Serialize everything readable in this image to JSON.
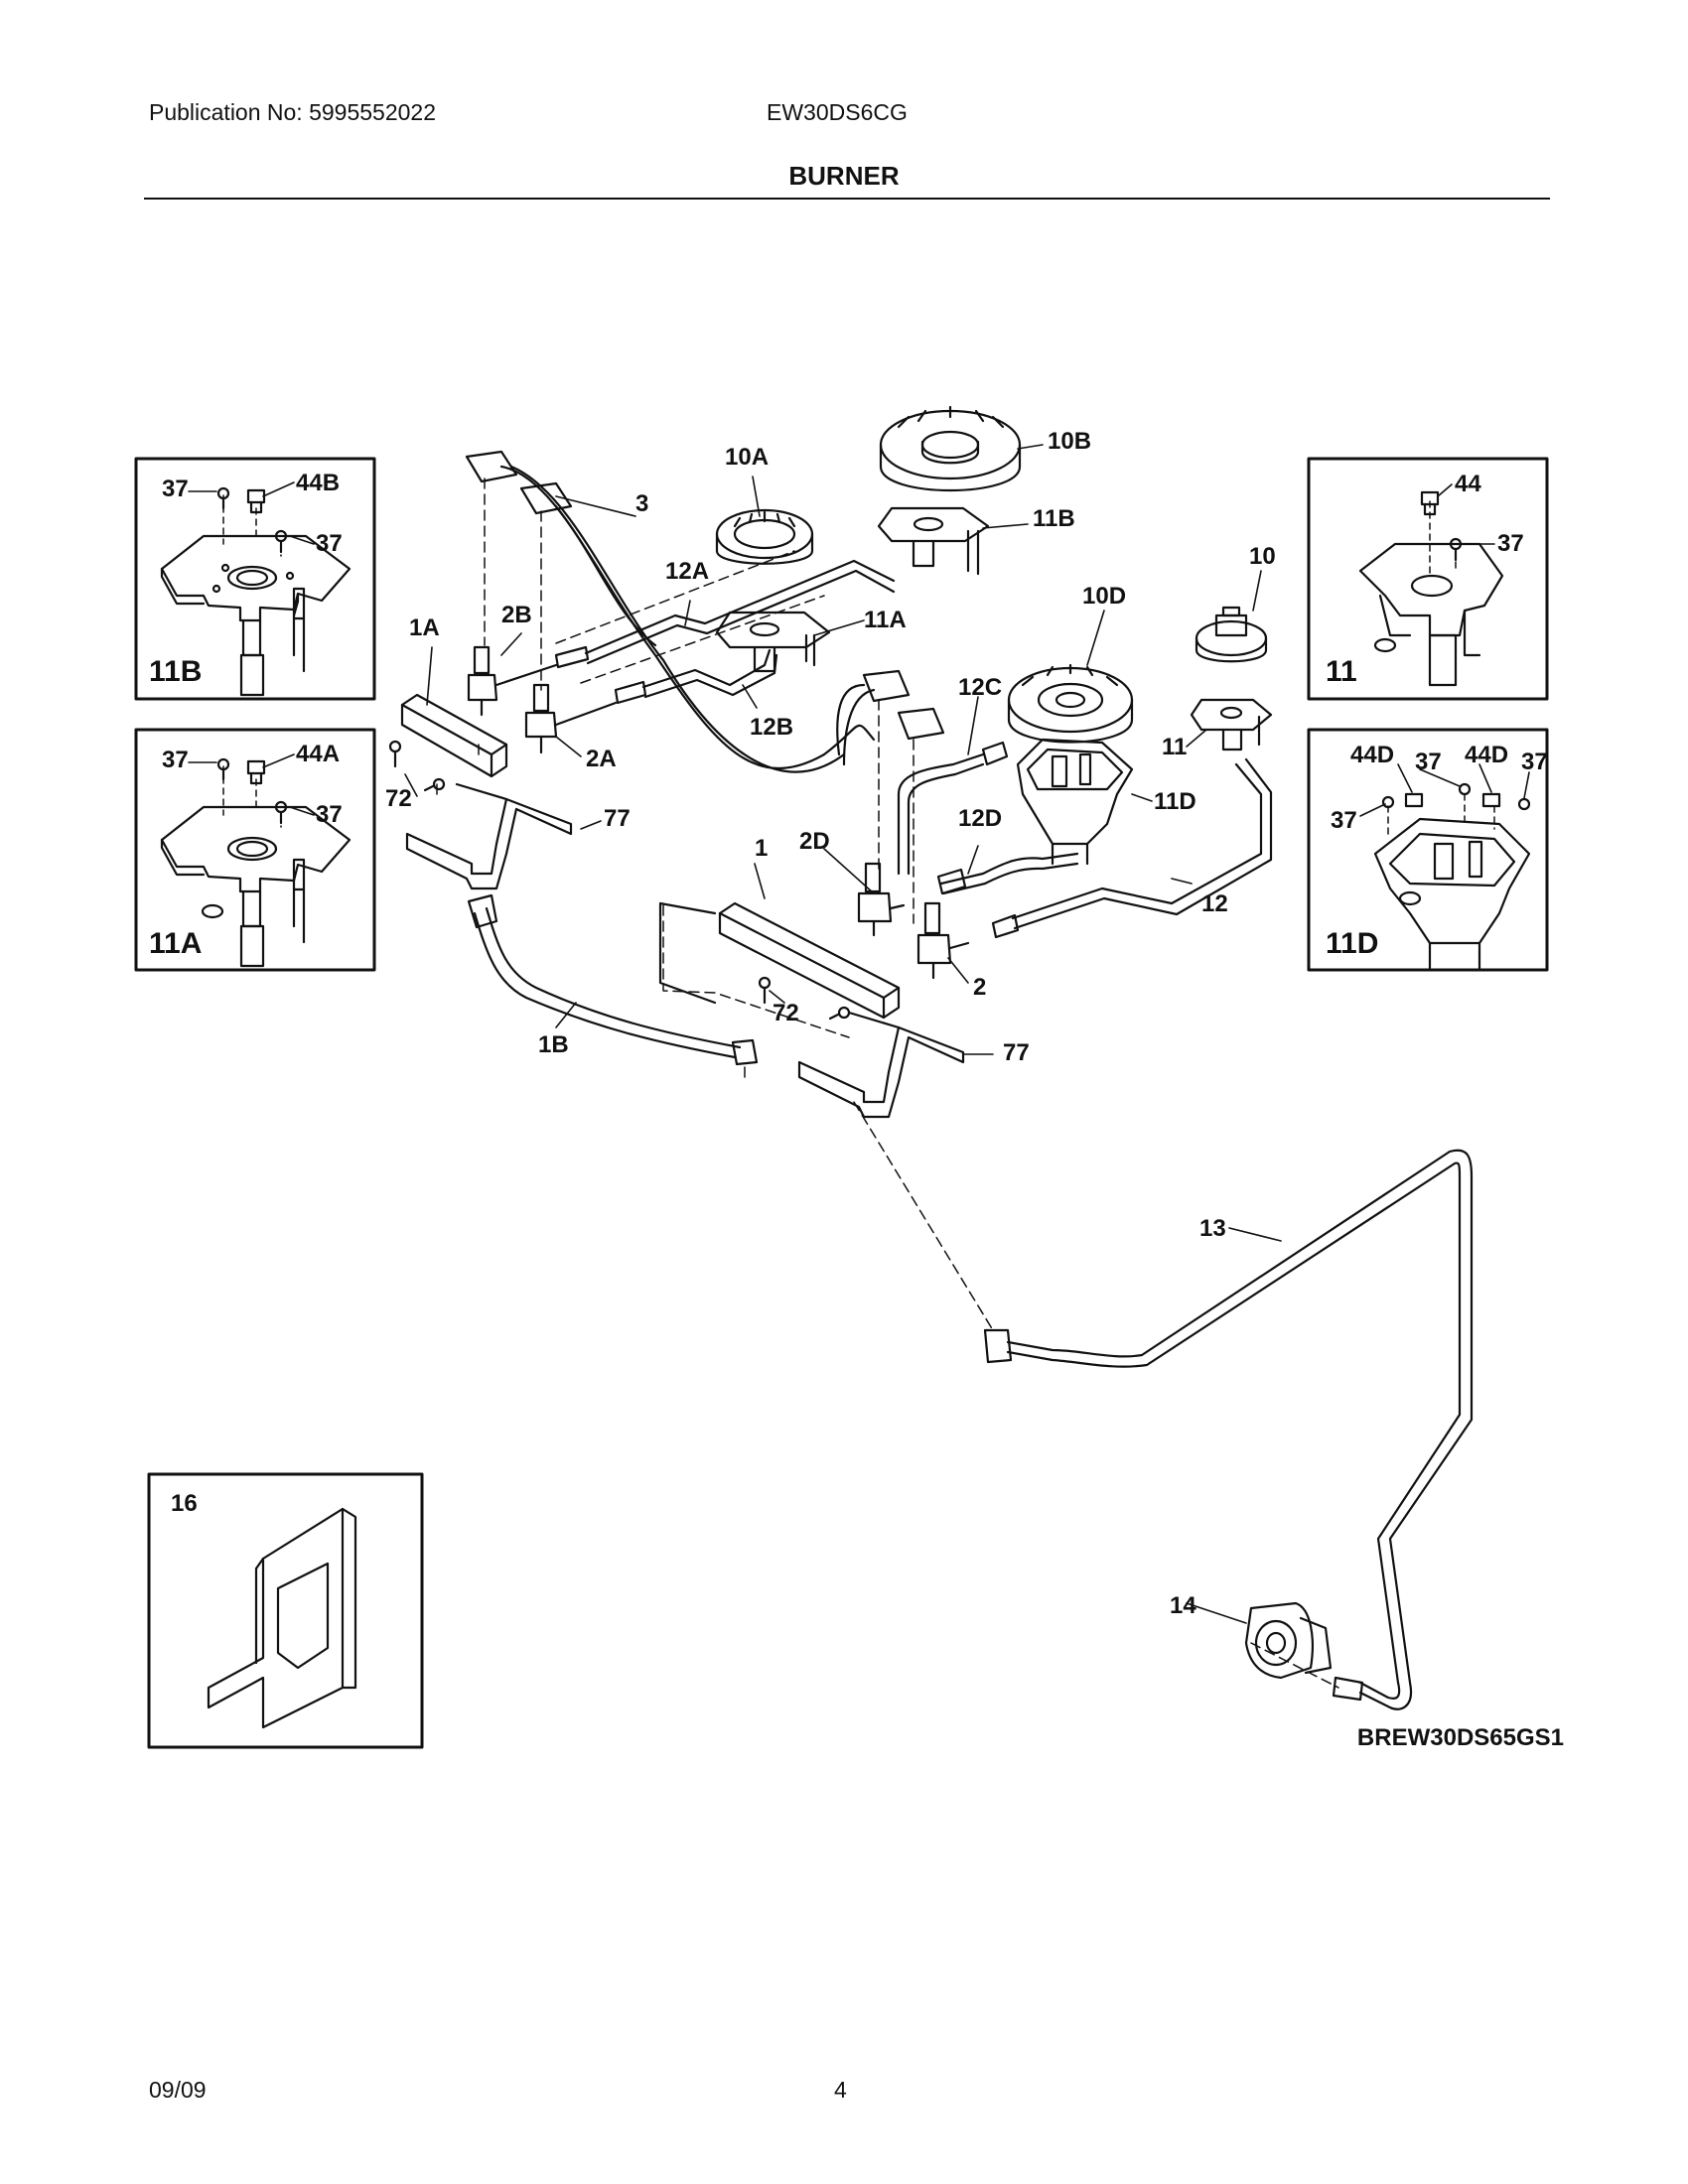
{
  "header": {
    "publication": "Publication No: 5995552022",
    "model": "EW30DS6CG",
    "title": "BURNER"
  },
  "callouts": {
    "c3": "3",
    "c10A": "10A",
    "c10B": "10B",
    "c11B": "11B",
    "c12A": "12A",
    "c11A": "11A",
    "c10D": "10D",
    "c10": "10",
    "c1A": "1A",
    "c2B": "2B",
    "c12C": "12C",
    "c11": "11",
    "c11D": "11D",
    "c12B": "12B",
    "c2A": "2A",
    "c72a": "72",
    "c77a": "77",
    "c1": "1",
    "c2D": "2D",
    "c12D": "12D",
    "c12": "12",
    "c2": "2",
    "c72b": "72",
    "c77b": "77",
    "c1B": "1B",
    "c13": "13",
    "c14": "14"
  },
  "insets": {
    "inset_11B": {
      "label": "11B",
      "c37a": "37",
      "c44B": "44B",
      "c37b": "37"
    },
    "inset_11A": {
      "label": "11A",
      "c37a": "37",
      "c44A": "44A",
      "c37b": "37"
    },
    "inset_11": {
      "label": "11",
      "c44": "44",
      "c37": "37"
    },
    "inset_11D": {
      "label": "11D",
      "c44Da": "44D",
      "c37a": "37",
      "c44Db": "44D",
      "c37b": "37",
      "c37c": "37"
    },
    "inset_16": {
      "label": "16"
    }
  },
  "diagram_code": "BREW30DS65GS1",
  "footer": {
    "date": "09/09",
    "page": "4"
  }
}
